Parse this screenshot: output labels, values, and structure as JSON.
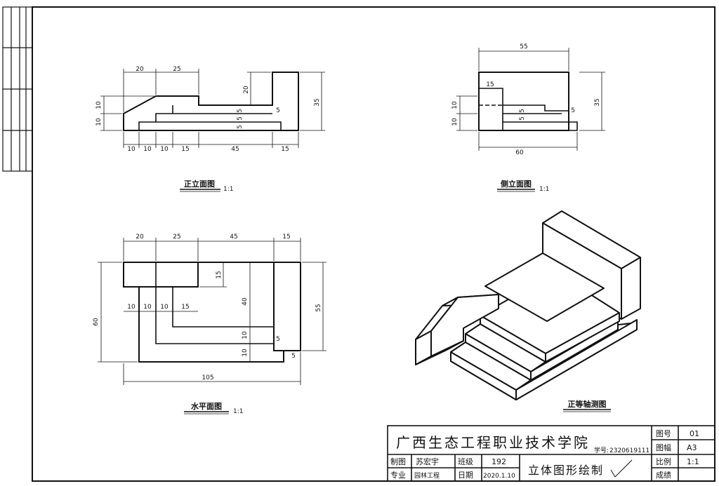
{
  "views": {
    "front": {
      "caption": "正立面图",
      "scale": "1:1",
      "top_dims": [
        "20",
        "25"
      ],
      "bottom_dims": [
        "10",
        "10",
        "10",
        "15",
        "45",
        "15"
      ],
      "left_dims": [
        "10",
        "10"
      ],
      "inner_dims": [
        "20",
        "5",
        "5",
        "5",
        "5"
      ],
      "right_dim": "35"
    },
    "side": {
      "caption": "侧立面图",
      "scale": "1:1",
      "top_dim": "55",
      "inner_top": "15",
      "left_dims": [
        "10",
        "10"
      ],
      "inner_dims": [
        "5",
        "5",
        "5"
      ],
      "right_dim": "35",
      "bottom_dim": "60"
    },
    "plan": {
      "caption": "水平面图",
      "scale": "1:1",
      "top_dims": [
        "20",
        "25",
        "45",
        "15"
      ],
      "inner_row": [
        "10",
        "10",
        "10",
        "15"
      ],
      "inner_dims": [
        "15",
        "40",
        "10",
        "10",
        "5",
        "5"
      ],
      "left_dim": "60",
      "right_dim": "55",
      "bottom_dim": "105"
    },
    "iso": {
      "caption": "正等轴测图"
    }
  },
  "title_block": {
    "school": "广西生态工程职业技术学院",
    "student_no_label": "学号:",
    "student_no": "2320619111",
    "drawing_no_label": "图号",
    "drawing_no": "01",
    "sheet_size_label": "图幅",
    "sheet_size": "A3",
    "scale_label": "比例",
    "scale": "1:1",
    "grade_label": "成绩",
    "grade": "",
    "drafter_label": "制图",
    "drafter": "苏宏宇",
    "class_label": "班级",
    "class": "192",
    "major_label": "专业",
    "major": "园林工程",
    "date_label": "日期",
    "date": "2020.1.10",
    "drawing_title": "立体图形绘制"
  }
}
